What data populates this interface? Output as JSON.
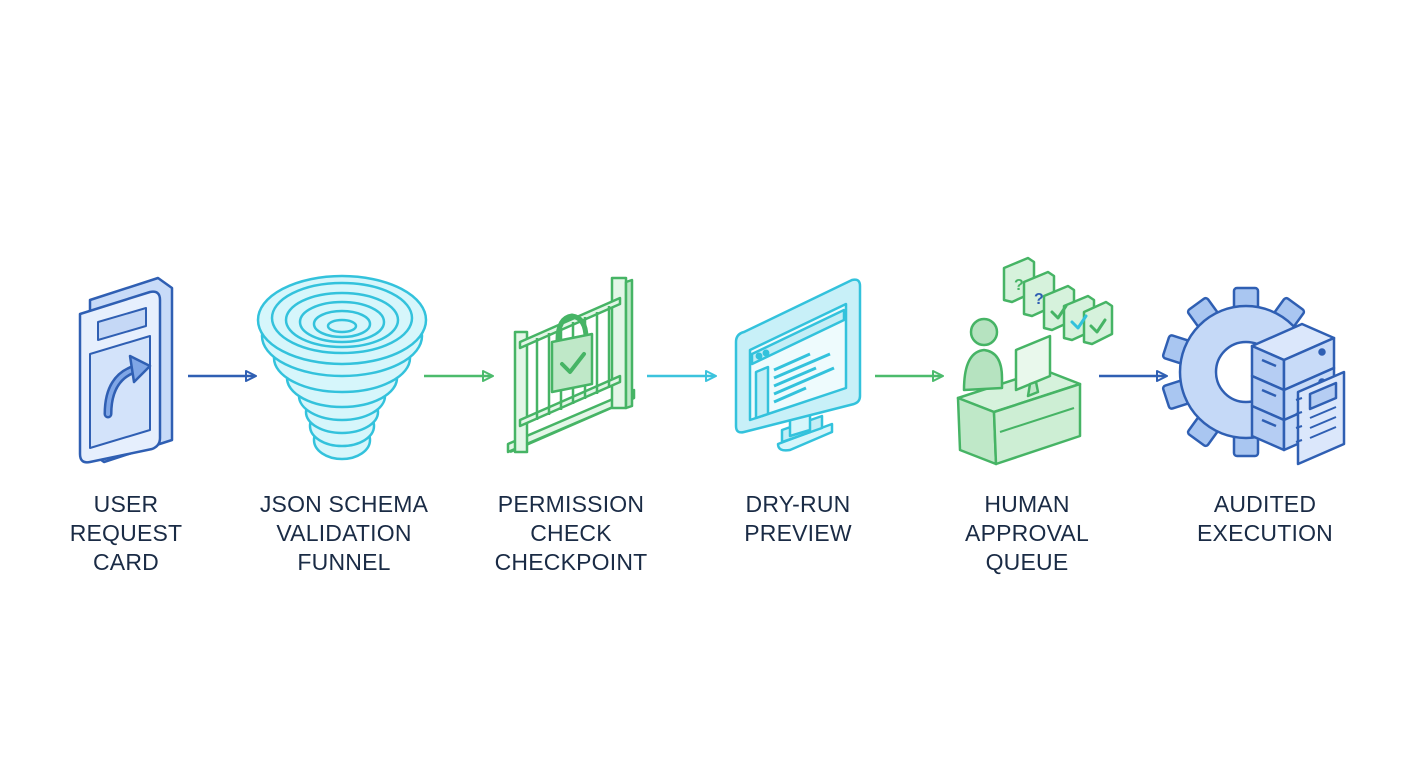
{
  "steps": [
    {
      "id": "user-request-card",
      "lines": [
        "USER",
        "REQUEST",
        "CARD"
      ],
      "icon": "request-card-icon"
    },
    {
      "id": "json-schema-validation-funnel",
      "lines": [
        "JSON SCHEMA",
        "VALIDATION",
        "FUNNEL"
      ],
      "icon": "funnel-icon"
    },
    {
      "id": "permission-check-checkpoint",
      "lines": [
        "PERMISSION",
        "CHECK",
        "CHECKPOINT"
      ],
      "icon": "padlock-gate-icon"
    },
    {
      "id": "dry-run-preview",
      "lines": [
        "DRY-RUN",
        "PREVIEW"
      ],
      "icon": "monitor-preview-icon"
    },
    {
      "id": "human-approval-queue",
      "lines": [
        "HUMAN",
        "APPROVAL",
        "QUEUE"
      ],
      "icon": "approval-desk-icon"
    },
    {
      "id": "audited-execution",
      "lines": [
        "AUDITED",
        "EXECUTION"
      ],
      "icon": "gear-server-icon"
    }
  ],
  "connectors": [
    {
      "from": "user-request-card",
      "to": "json-schema-validation-funnel",
      "color": "#2f5fb3"
    },
    {
      "from": "json-schema-validation-funnel",
      "to": "permission-check-checkpoint",
      "color": "#4cbb6c"
    },
    {
      "from": "permission-check-checkpoint",
      "to": "dry-run-preview",
      "color": "#3cc3dd"
    },
    {
      "from": "dry-run-preview",
      "to": "human-approval-queue",
      "color": "#4cbb6c"
    },
    {
      "from": "human-approval-queue",
      "to": "audited-execution",
      "color": "#2f5fb3"
    }
  ],
  "colors": {
    "text": "#1a2b45",
    "blue_stroke": "#2f5fb3",
    "blue_fill": "#dbe7fb",
    "cyan_stroke": "#33c2dc",
    "cyan_fill": "#d7f6fb",
    "green_stroke": "#46b465",
    "green_fill": "#d6f2dc"
  }
}
